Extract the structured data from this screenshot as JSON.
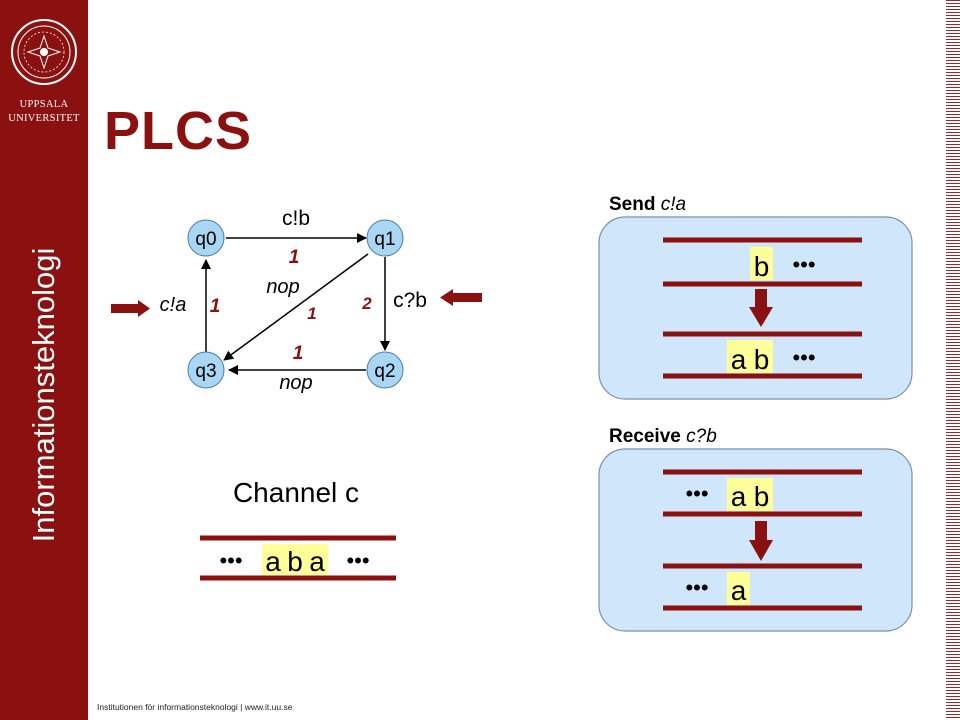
{
  "sidebar": {
    "uni_line1": "UPPSALA",
    "uni_line2": "UNIVERSITET",
    "vertical_text": "Informationsteknologi"
  },
  "footer": "Institutionen för informationsteknologi | www.it.uu.se",
  "title": "PLCS",
  "automaton": {
    "states": [
      "q0",
      "q1",
      "q2",
      "q3"
    ],
    "edge_q0_q1_label": "c!b",
    "edge_q0_q1_weight": "1",
    "edge_q1_q3_label": "nop",
    "edge_q1_q3_weight": "1",
    "edge_q1_q2_label": "c?b",
    "edge_q1_q2_weight": "2",
    "edge_q2_q3_label": "nop",
    "edge_q2_q3_weight": "1",
    "edge_q3_q0_label": "c!a",
    "edge_q3_q0_weight": "1"
  },
  "channel": {
    "label": "Channel c",
    "dots": "•••",
    "cells": [
      "a",
      "b",
      "a"
    ]
  },
  "send": {
    "heading_bold": "Send",
    "heading_italic": "c!a",
    "before_cells": [
      "b"
    ],
    "after_cells": [
      "a",
      "b"
    ],
    "dots": "•••"
  },
  "receive": {
    "heading_bold": "Receive",
    "heading_italic": "c?b",
    "before_cells": [
      "a",
      "b"
    ],
    "after_cells": [
      "a"
    ],
    "dots": "•••"
  },
  "colors": {
    "brand": "#8b1111",
    "state_fill": "#a9d6f2",
    "cell_fill": "#ffff99",
    "panel_fill": "#cfe6fb",
    "weight": "#8b1111"
  }
}
